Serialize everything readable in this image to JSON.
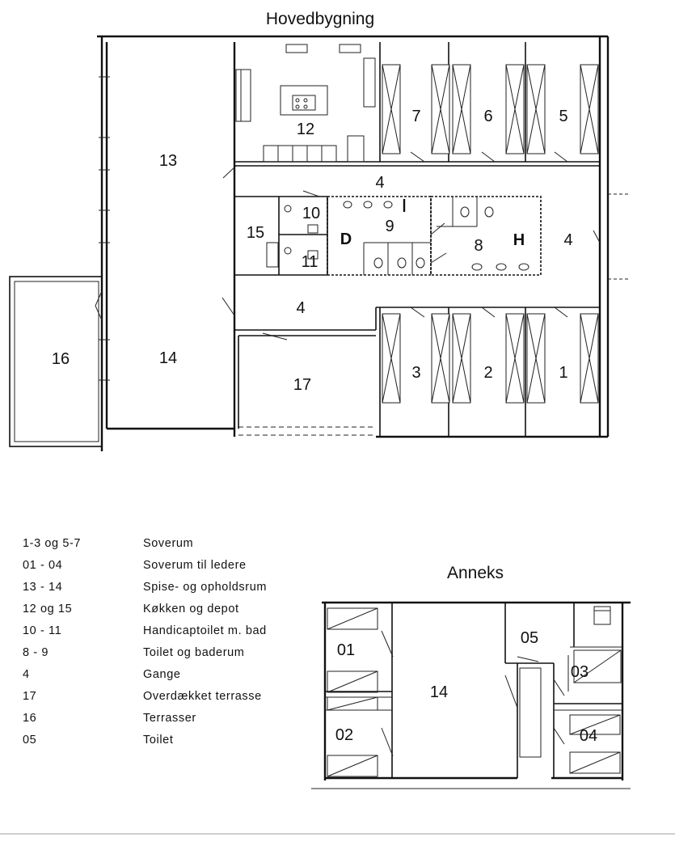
{
  "main_building": {
    "title": "Hovedbygning",
    "room_labels": {
      "r7": "7",
      "r6": "6",
      "r5": "5",
      "r12": "12",
      "r13": "13",
      "r4_top": "4",
      "r4_right": "4",
      "r4_bottom": "4",
      "r10": "10",
      "r11": "11",
      "r15": "15",
      "r9": "9",
      "r8": "8",
      "D": "D",
      "H": "H",
      "r3": "3",
      "r2": "2",
      "r1": "1",
      "r14": "14",
      "r16": "16",
      "r17": "17"
    }
  },
  "annex": {
    "title": "Anneks",
    "room_labels": {
      "a01": "01",
      "a02": "02",
      "a14": "14",
      "a05": "05",
      "a03": "03",
      "a04": "04"
    }
  },
  "legend": [
    {
      "code": "1-3 og 5-7",
      "description": "Soverum"
    },
    {
      "code": "01 - 04",
      "description": "Soverum til ledere"
    },
    {
      "code": "13 - 14",
      "description": "Spise- og opholdsrum"
    },
    {
      "code": "12 og 15",
      "description": "Køkken og depot"
    },
    {
      "code": "10 - 11",
      "description": "Handicaptoilet m. bad"
    },
    {
      "code": "8 - 9",
      "description": "Toilet og baderum"
    },
    {
      "code": "4",
      "description": "Gange"
    },
    {
      "code": "17",
      "description": "Overdækket terrasse"
    },
    {
      "code": "16",
      "description": "Terrasser"
    },
    {
      "code": "05",
      "description": "Toilet"
    }
  ]
}
